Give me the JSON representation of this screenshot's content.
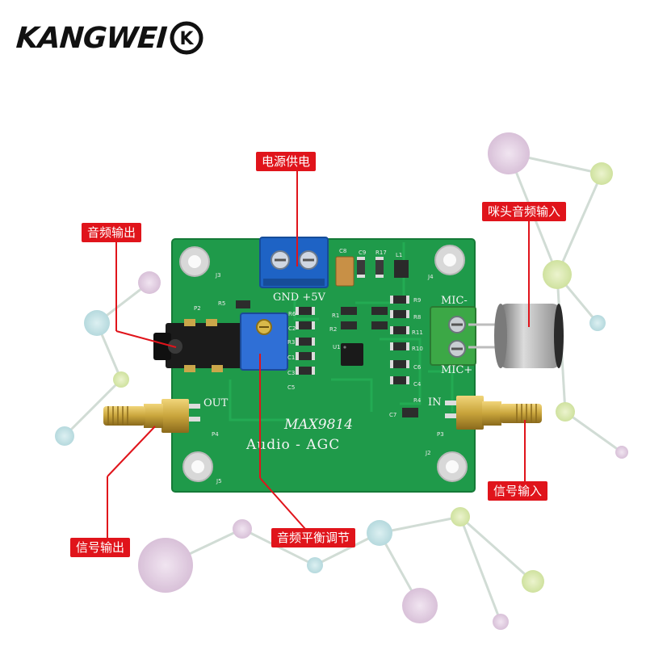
{
  "brand": {
    "name": "KANGWEI",
    "logo_mark": "K"
  },
  "board": {
    "chip_label": "MAX9814",
    "function_label": "Audio - AGC",
    "power_label": "GND +5V",
    "out_label": "OUT",
    "in_label": "IN",
    "mic_minus_label": "MIC-",
    "mic_plus_label": "MIC+",
    "designators": [
      "J3",
      "J4",
      "J5",
      "J2",
      "P2",
      "P4",
      "P3",
      "R5",
      "C9",
      "R17",
      "L1",
      "C8",
      "R1",
      "R2",
      "R3",
      "R6",
      "C2",
      "C1",
      "C3",
      "C5",
      "C4",
      "C6",
      "C7",
      "U1",
      "R9",
      "R8",
      "R11",
      "R10",
      "R4"
    ]
  },
  "callouts": {
    "power": "电源供电",
    "mic_input": "咪头音频输入",
    "audio_output": "音频输出",
    "signal_input": "信号输入",
    "signal_output": "信号输出",
    "balance_adjust": "音频平衡调节"
  },
  "colors": {
    "pcb": "#1f9a4a",
    "callout": "#e0141b",
    "terminal_blue": "#1e63c5",
    "terminal_green": "#3ca846",
    "sma_gold": "#c9a53c"
  }
}
